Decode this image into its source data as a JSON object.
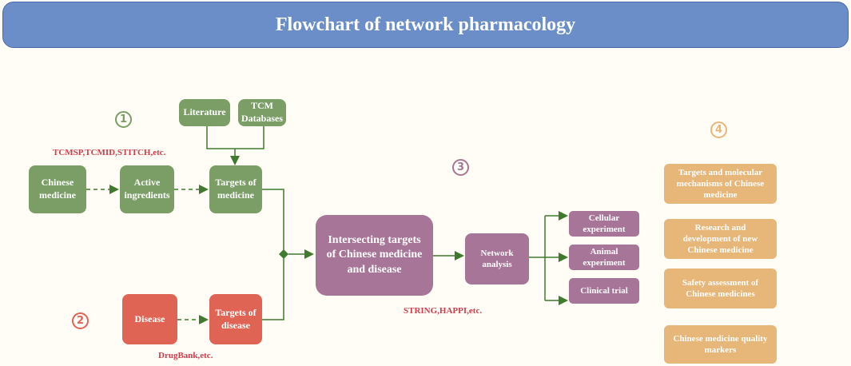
{
  "title": "Flowchart of network pharmacology",
  "section_numbers": [
    "1",
    "2",
    "3",
    "4"
  ],
  "colors": {
    "header": "#6b8ec8",
    "green": "#7a9e66",
    "red": "#e06454",
    "purple": "#a77597",
    "orange": "#e7b679",
    "line": "#3f7a2e"
  },
  "nodes": {
    "literature": "Literature",
    "tcm_databases": "TCM\nDatabases",
    "chinese_medicine": "Chinese\nmedicine",
    "active_ingredients": "Active\ningredients",
    "targets_of_medicine": "Targets of\nmedicine",
    "disease": "Disease",
    "targets_of_disease": "Targets of\ndisease",
    "intersecting_targets": "Intersecting targets\nof Chinese medicine\nand disease",
    "network_analysis": "Network\nanalysis",
    "cellular_experiment": "Cellular\nexperiment",
    "animal_experiment": "Animal\nexperiment",
    "clinical_trial": "Clinical trial",
    "app_targets_mechanisms": "Targets and molecular\nmechanisms of Chinese\nmedicine",
    "app_research_development": "Research and\ndevelopment of new\nChinese medicine",
    "app_safety_assessment": "Safety assessment of\nChinese medicines",
    "app_quality_markers": "Chinese medicine quality\nmarkers"
  },
  "notes": {
    "tcm_tools": "TCMSP,TCMID,STITCH,etc.",
    "disease_tools": "DrugBank,etc.",
    "network_tools": "STRING,HAPPI,etc."
  }
}
